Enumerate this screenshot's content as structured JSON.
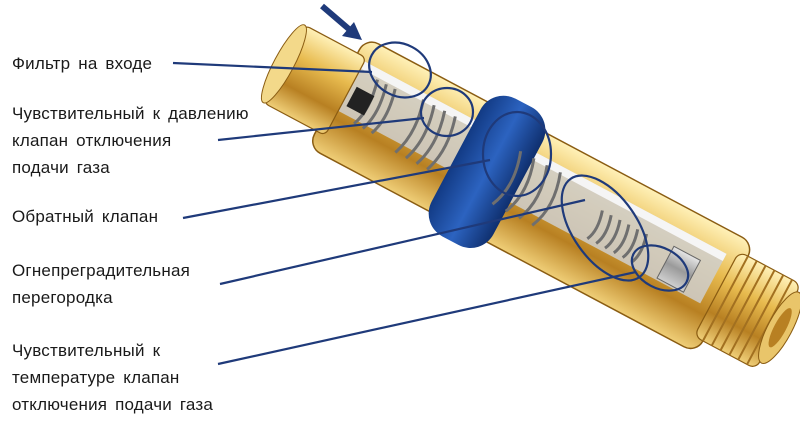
{
  "colors": {
    "leader_line": "#1f3a7a",
    "highlight_ellipse": "#1f3a7a",
    "arrow": "#1f3a7a",
    "brass_light": "#f3d98a",
    "brass_mid": "#d9a93a",
    "brass_dark": "#9a6a16",
    "blue_ring": "#1d4fa3",
    "text": "#1a1a1a"
  },
  "labels": [
    {
      "lines": [
        "Фильтр на входе"
      ]
    },
    {
      "lines": [
        "Чувствительный к давлению",
        "клапан отключения",
        "подачи газа"
      ]
    },
    {
      "lines": [
        "Обратный клапан"
      ]
    },
    {
      "lines": [
        "Огнепреградительная",
        "перегородка"
      ]
    },
    {
      "lines": [
        "Чувствительный к",
        "температуре клапан",
        "отключения подачи газа"
      ]
    }
  ],
  "icons": {
    "flow_arrow": "arrow-down-right-icon"
  }
}
